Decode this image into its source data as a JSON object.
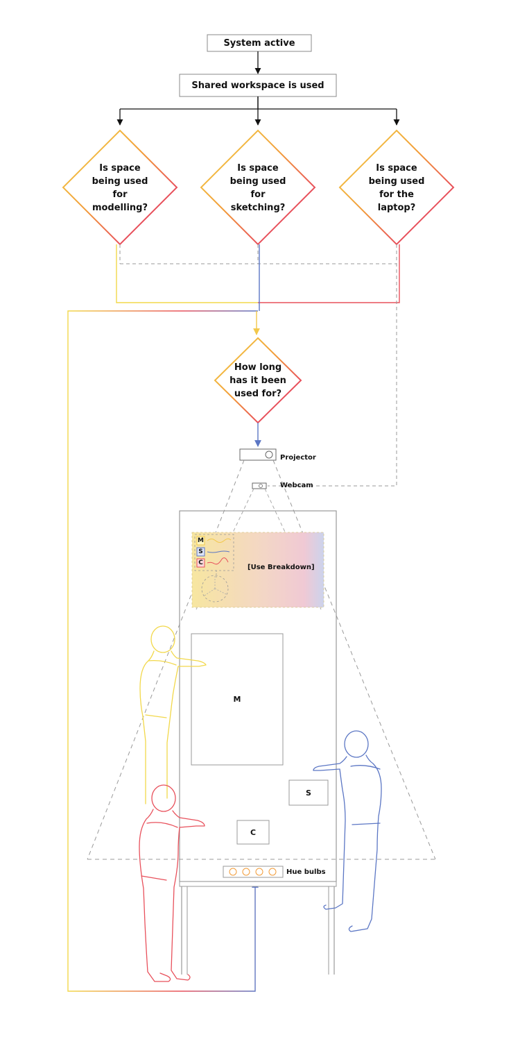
{
  "flow": {
    "start": "System active",
    "step": "Shared workspace is used",
    "decisions": [
      "Is space being used for modelling?",
      "Is space being used for sketching?",
      "Is space being used for the laptop?"
    ],
    "duration_question": "How long has it been used for?"
  },
  "devices": {
    "projector": "Projector",
    "webcam": "Webcam",
    "hue_bulbs": "Hue bulbs"
  },
  "projection": {
    "breakdown": "[Use Breakdown]",
    "legend": [
      "M",
      "S",
      "C"
    ]
  },
  "zones": {
    "modelling": "M",
    "sketching": "S",
    "laptop": "C"
  },
  "colors": {
    "modelling": "#f2d84a",
    "sketching": "#5b76c4",
    "laptop": "#e8505b",
    "arrow": "#111111",
    "outline": "#555555"
  }
}
